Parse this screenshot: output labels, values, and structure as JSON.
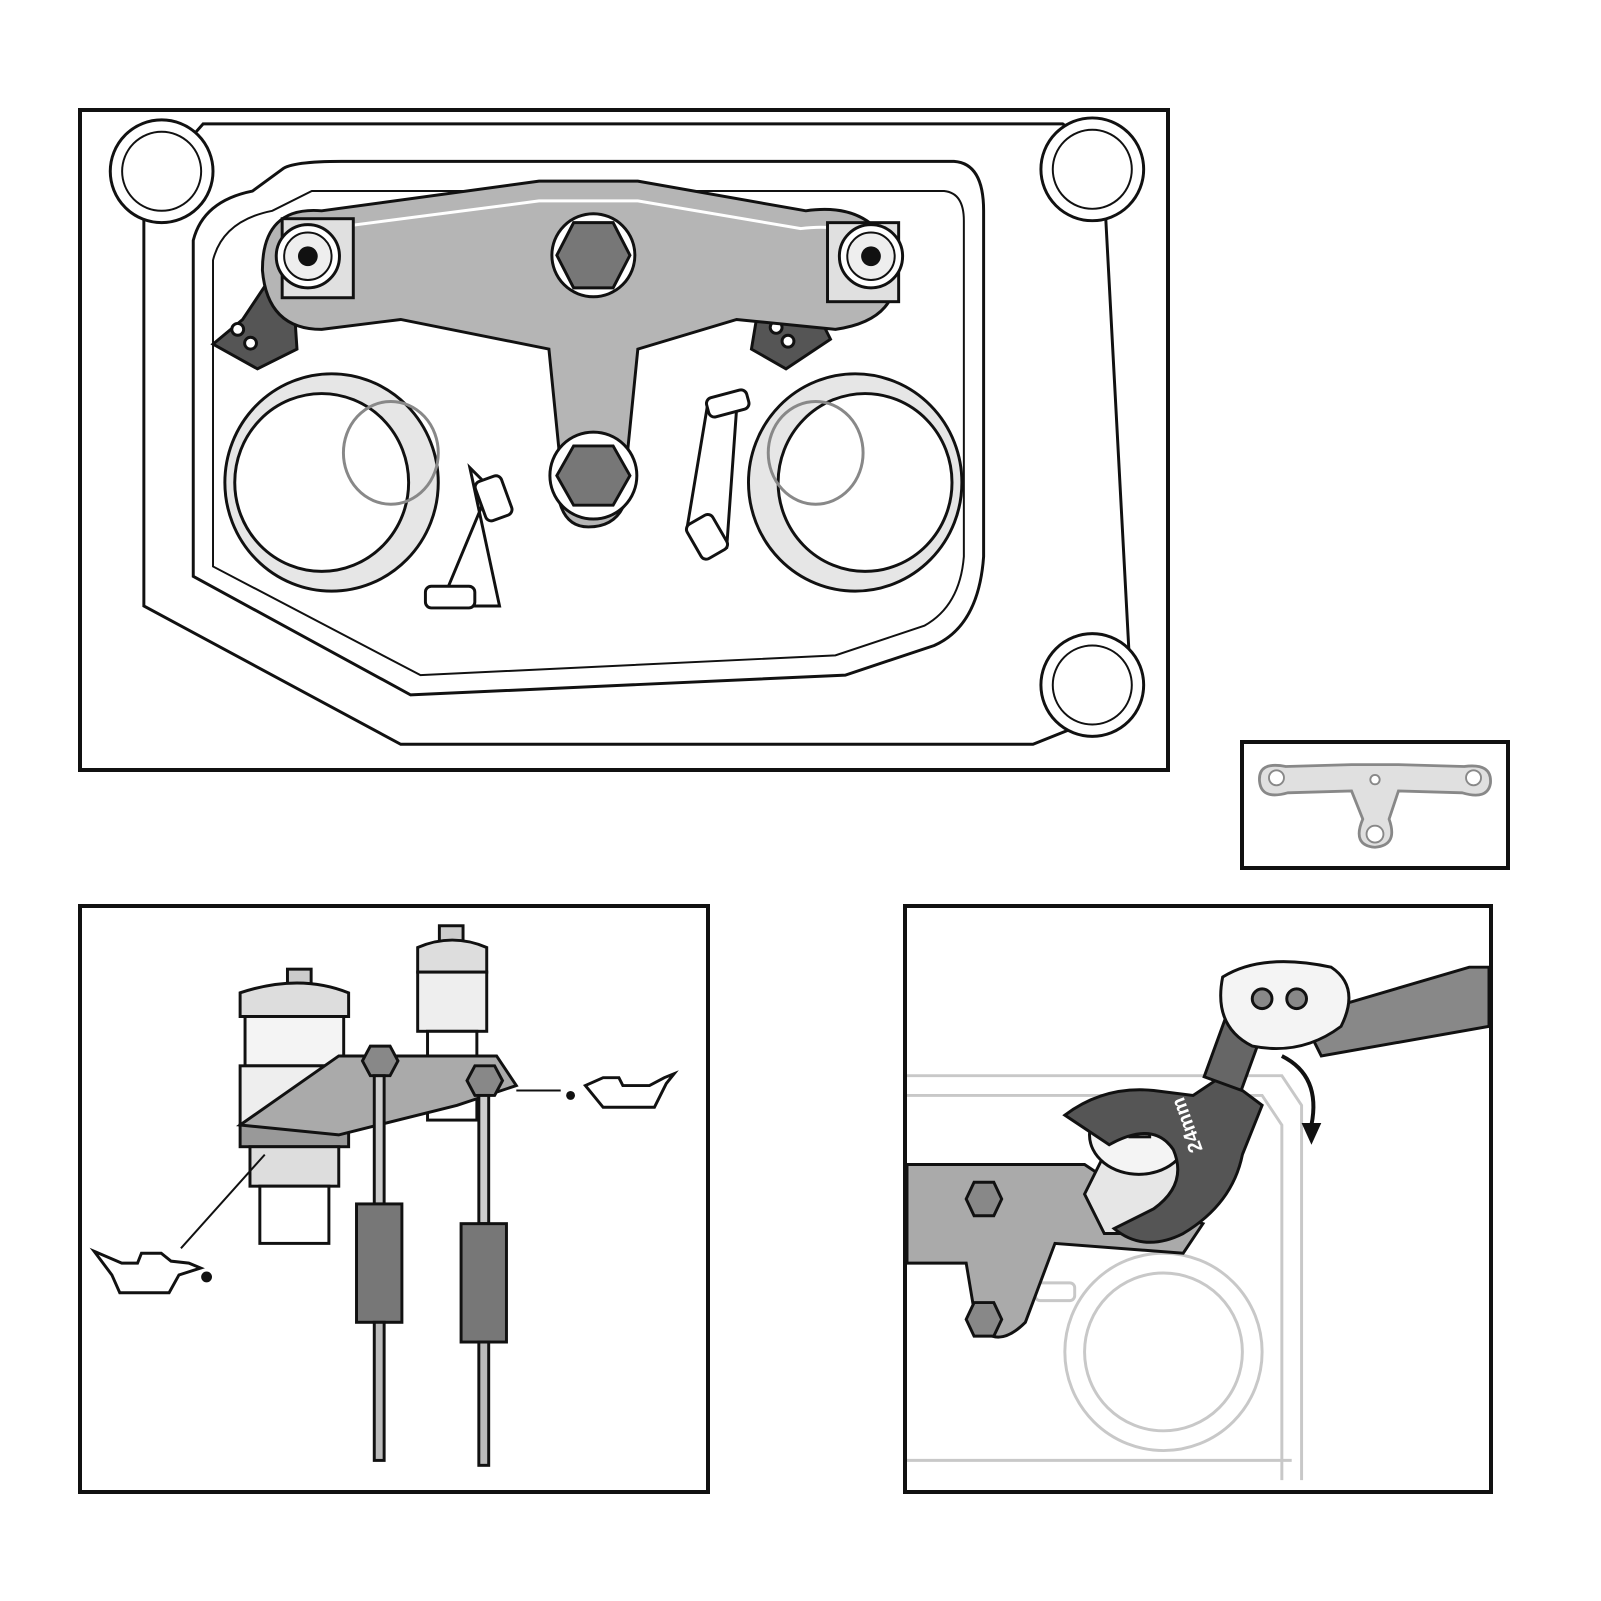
{
  "panels": {
    "main": {
      "name": "cylinder-head-top-view"
    },
    "thumbnail": {
      "name": "t-bar-tool-thumbnail"
    },
    "assembly": {
      "name": "tool-assembly-with-oil-cans"
    },
    "tightening": {
      "name": "wrench-tightening-view"
    }
  },
  "tightening": {
    "wrench_size_label": "24mm"
  },
  "colors": {
    "outline": "#111111",
    "tool_gray": "#9a9a9a",
    "tool_light": "#d9d9d9",
    "dark_metal": "#555555",
    "faded_lines": "#bdbdbd"
  },
  "icons": [
    "oil-can-icon",
    "oil-can-icon",
    "rotation-arrow-icon"
  ]
}
